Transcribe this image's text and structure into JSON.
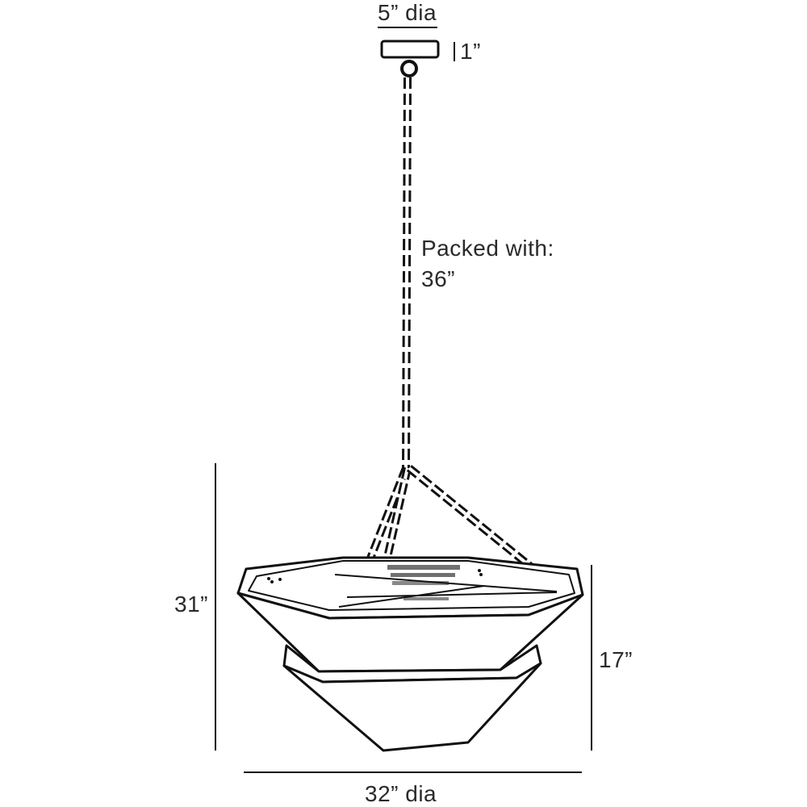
{
  "diagram": {
    "type": "dimension-drawing",
    "subject": "pendant light with chain and two-tier octagonal shade",
    "dimensions": {
      "canopy_diameter": "5” dia",
      "canopy_height": "1”",
      "chain_note_line1": "Packed with:",
      "chain_note_line2": "36”",
      "overall_height": "31”",
      "shade_height": "17”",
      "shade_diameter": "32” dia"
    },
    "colors": {
      "line": "#111111",
      "text": "#2a2a2a",
      "background": "#ffffff"
    }
  }
}
